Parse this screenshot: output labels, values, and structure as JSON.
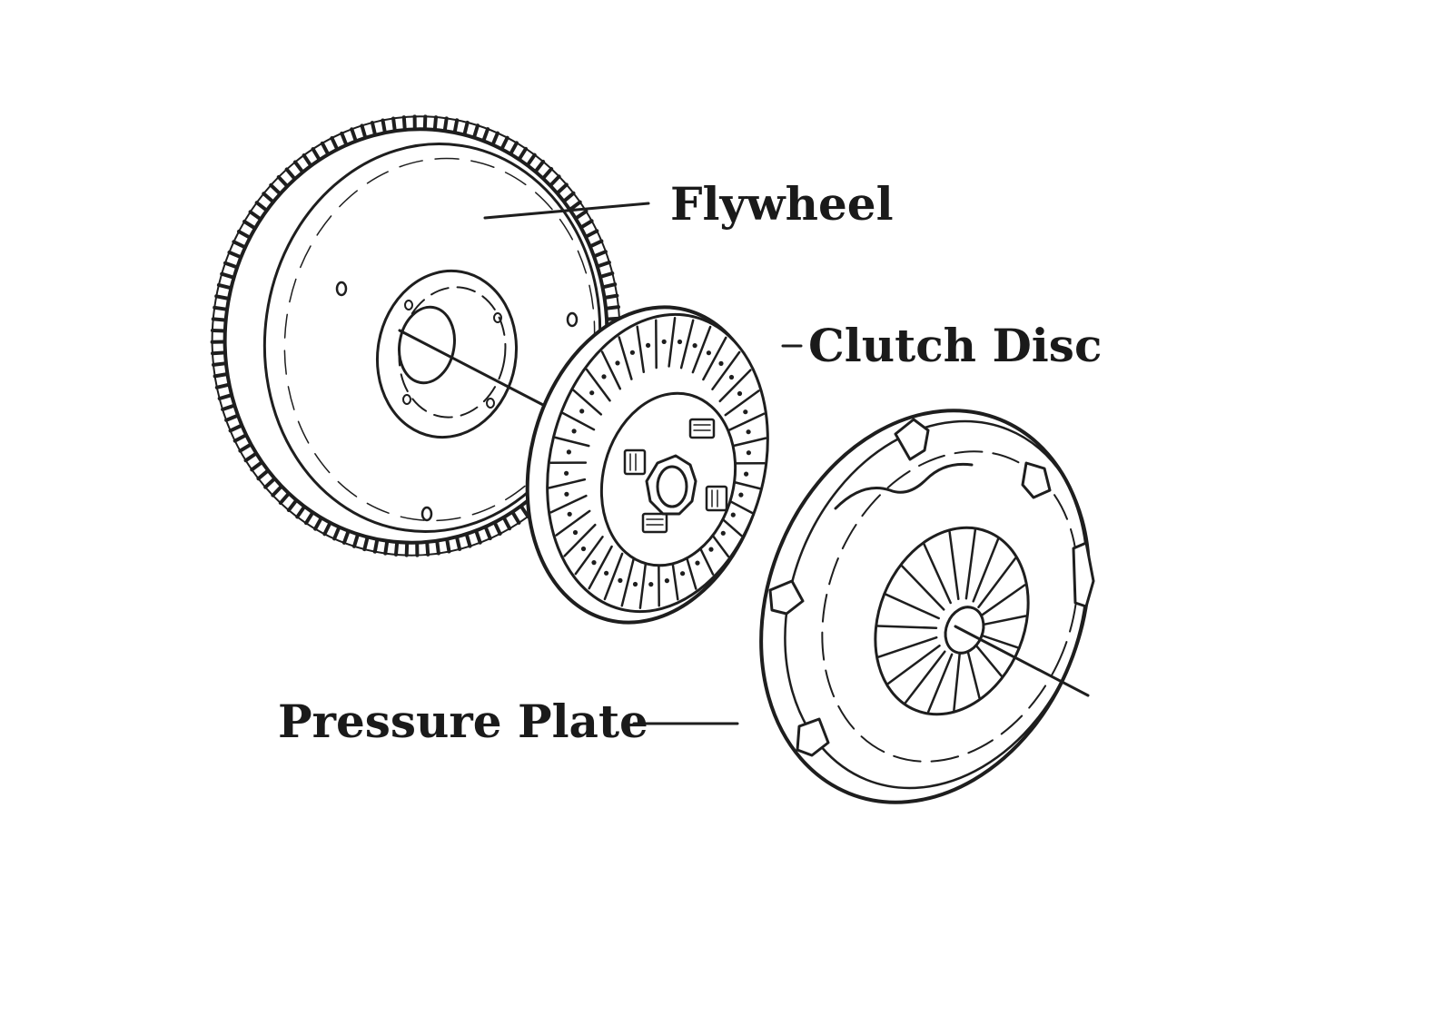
{
  "labels": {
    "flywheel": "Flywheel",
    "clutch_disc": "Clutch Disc",
    "pressure_plate": "Pressure Plate"
  },
  "colors": {
    "ink": "#1e1e1e",
    "background": "#ffffff"
  }
}
